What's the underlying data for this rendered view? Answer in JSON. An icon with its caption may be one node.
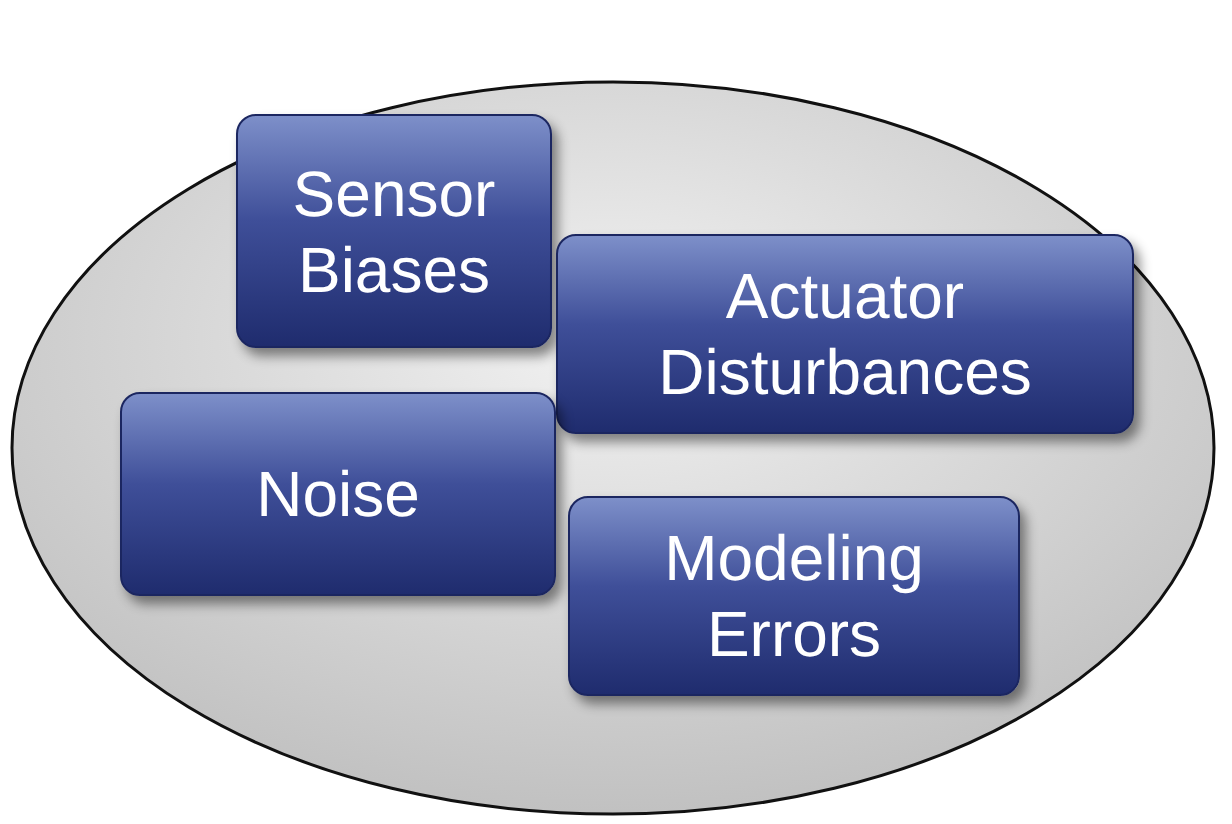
{
  "diagram": {
    "nodes": [
      {
        "text": [],
        "shape": "ellipse"
      },
      {
        "text": [
          "Sensor Biases"
        ],
        "in": 0
      },
      {
        "text": [
          "Actuator Disturbances"
        ],
        "in": 0
      },
      {
        "text": [
          "Noise"
        ],
        "in": 0
      },
      {
        "text": [
          "Modeling Errors"
        ],
        "in": 0
      }
    ]
  }
}
